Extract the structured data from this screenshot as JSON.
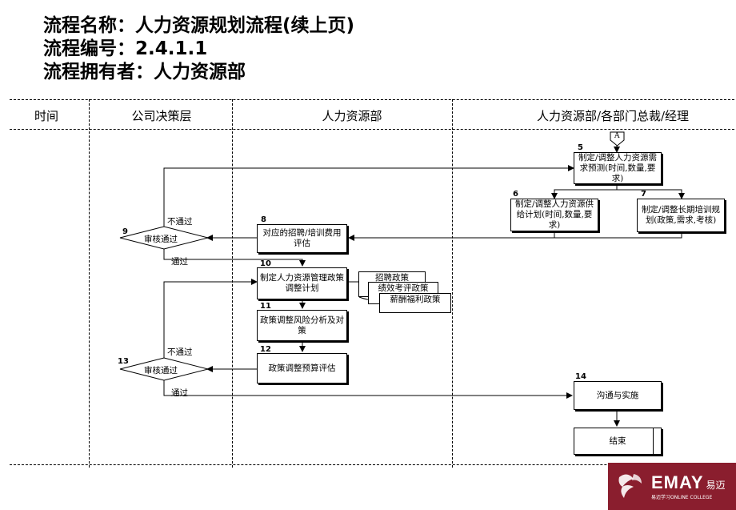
{
  "header": {
    "process_name": "流程名称：人力资源规划流程(续上页)",
    "process_number": "流程编号：2.4.1.1",
    "process_owner": "流程拥有者：人力资源部"
  },
  "lanes": [
    "时间",
    "公司决策层",
    "人力资源部",
    "人力资源部/各部门总裁/经理"
  ],
  "connector": "A",
  "steps": {
    "s5": {
      "num": "5",
      "text": "制定/调整人力资源需求预测(时间,数量,要求)"
    },
    "s6": {
      "num": "6",
      "text": "制定/调整人力资源供给计划(时间,数量,要求)"
    },
    "s7": {
      "num": "7",
      "text": "制定/调整长期培训规划(政策,需求,考核)"
    },
    "s8": {
      "num": "8",
      "text": "对应的招聘/培训费用评估"
    },
    "s9": {
      "num": "9",
      "text": "审核通过"
    },
    "s10": {
      "num": "10",
      "text": "制定人力资源管理政策调整计划"
    },
    "s11": {
      "num": "11",
      "text": "政策调整风险分析及对策"
    },
    "s12": {
      "num": "12",
      "text": "政策调整预算评估"
    },
    "s13": {
      "num": "13",
      "text": "审核通过"
    },
    "s14": {
      "num": "14",
      "text": "沟通与实施"
    },
    "end": {
      "text": "结束"
    }
  },
  "documents": [
    "招聘政策",
    "绩效考评政策",
    "薪酬福利政策"
  ],
  "edge_labels": {
    "fail": "不通过",
    "pass": "通过"
  },
  "logo": {
    "brand": "EMAY",
    "chinese": "易迈",
    "tagline": "易迈学习ONLINE COLLEGE",
    "color": "#8a1e2e"
  }
}
